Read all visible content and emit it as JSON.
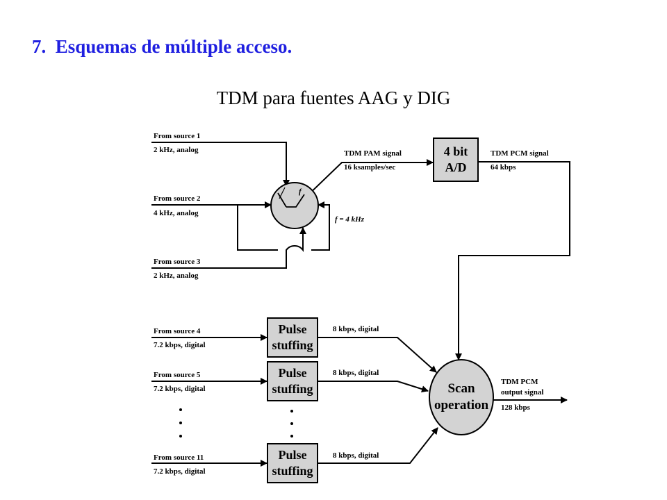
{
  "slide": {
    "title": "7.  Esquemas de múltiple acceso.",
    "subtitle": "TDM para fuentes AAG y DIG"
  },
  "diagram": {
    "sources_analog": [
      {
        "name": "From source 1",
        "spec": "2 kHz, analog"
      },
      {
        "name": "From source 2",
        "spec": "4 kHz, analog"
      },
      {
        "name": "From source 3",
        "spec": "2 kHz, analog"
      }
    ],
    "sampler": {
      "rate_label": "f = 4 kHz",
      "switch_symbol": "f"
    },
    "pam_signal": {
      "name": "TDM PAM signal",
      "rate": "16 ksamples/sec"
    },
    "ad_block": {
      "line1": "4 bit",
      "line2": "A/D"
    },
    "pcm_signal": {
      "name": "TDM PCM signal",
      "rate": "64 kbps"
    },
    "sources_digital": [
      {
        "name": "From source 4",
        "spec": "7.2 kbps, digital",
        "block_line1": "Pulse",
        "block_line2": "stuffing",
        "output": "8 kbps, digital"
      },
      {
        "name": "From source 5",
        "spec": "7.2 kbps, digital",
        "block_line1": "Pulse",
        "block_line2": "stuffing",
        "output": "8 kbps, digital"
      },
      {
        "name": "From source 11",
        "spec": "7.2 kbps, digital",
        "block_line1": "Pulse",
        "block_line2": "stuffing",
        "output": "8 kbps, digital"
      }
    ],
    "scan": {
      "line1": "Scan",
      "line2": "operation"
    },
    "output": {
      "line1": "TDM PCM",
      "line2": "output signal",
      "rate": "128 kbps"
    }
  }
}
